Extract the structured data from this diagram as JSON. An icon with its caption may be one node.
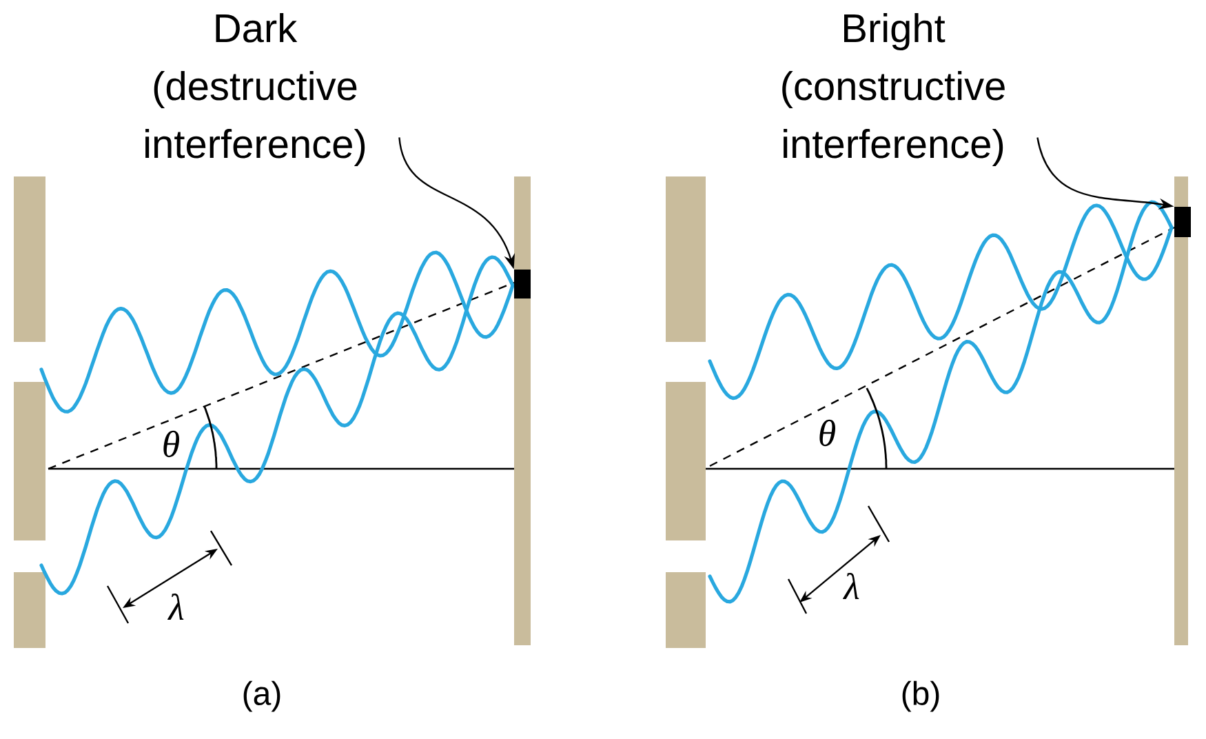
{
  "diagram": {
    "nodes": [
      {
        "text": [
          "Dark (destructive interference)"
        ]
      },
      {
        "text": [],
        "shape": "box"
      },
      {
        "text": [
          "Bright (constructive interference)"
        ]
      },
      {
        "text": [],
        "shape": "box"
      }
    ],
    "edges": [
      {
        "from": 0,
        "to": 1,
        "arrow": "to"
      },
      {
        "from": 2,
        "to": 3,
        "arrow": "to"
      }
    ],
    "labels": [
      "θ",
      "λ",
      "(a)",
      "θ",
      "λ",
      "(b)"
    ]
  }
}
